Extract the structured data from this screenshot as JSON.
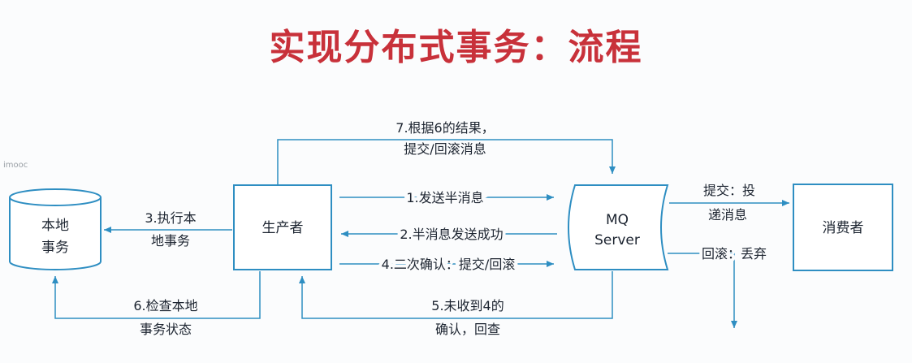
{
  "title": "实现分布式事务：流程",
  "watermark": "imooc",
  "nodes": {
    "local_tx": [
      "本地",
      "事务"
    ],
    "producer": "生产者",
    "mq_server": [
      "MQ",
      "Server"
    ],
    "consumer": "消费者"
  },
  "edges": {
    "step1": "1.发送半消息",
    "step2": "2.半消息发送成功",
    "step3": [
      "3.执行本",
      "地事务"
    ],
    "step4": "4.二次确认：提交/回滚",
    "step5": [
      "5.未收到4的",
      "确认，回查"
    ],
    "step6": [
      "6.检查本地",
      "事务状态"
    ],
    "step7": [
      "7.根据6的结果，",
      "提交/回滚消息"
    ],
    "commit": [
      "提交：投",
      "递消息"
    ],
    "rollback": "回滚：丢弃"
  },
  "colors": {
    "title": "#c8313a",
    "stroke": "#2e8ec2",
    "text": "#1c2430"
  }
}
